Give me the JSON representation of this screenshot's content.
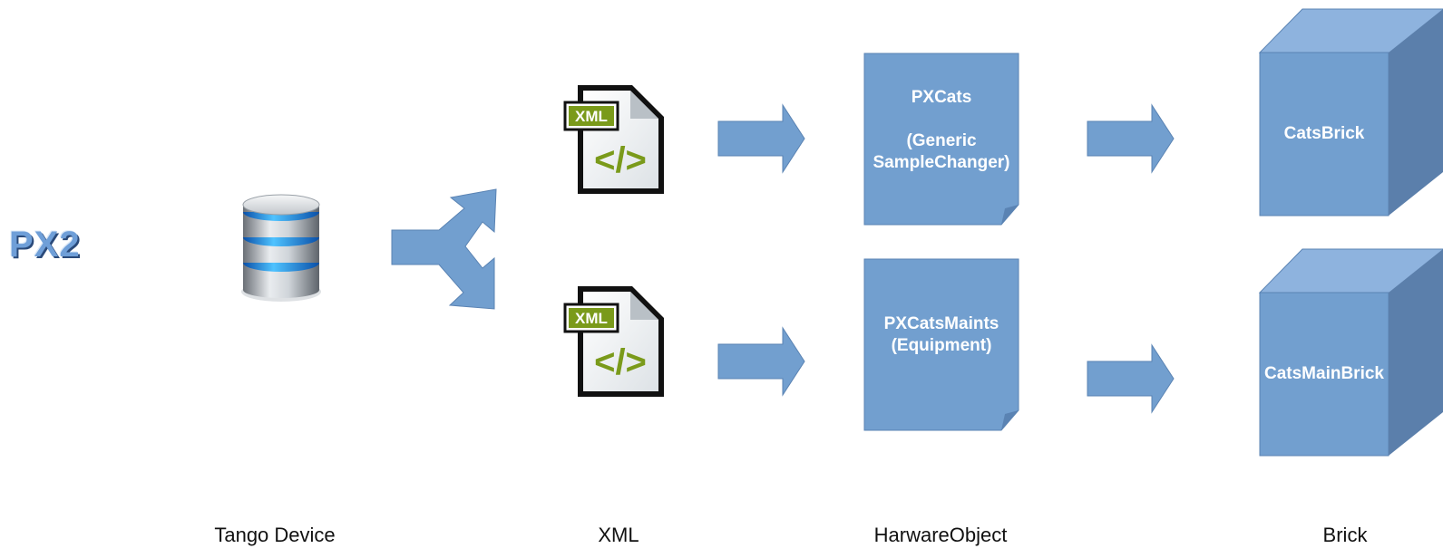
{
  "title": "PX2",
  "columns": {
    "tango": "Tango Device",
    "xml": "XML",
    "hwobj": "HarwareObject",
    "brick": "Brick"
  },
  "xml_icon": {
    "badge": "XML",
    "glyph": "</>"
  },
  "hardware_objects": [
    {
      "label": "PXCats\n\n(Generic\nSampleChanger)"
    },
    {
      "label": "PXCatsMaints\n(Equipment)"
    }
  ],
  "bricks": [
    {
      "label": "CatsBrick"
    },
    {
      "label": "CatsMainBrick"
    }
  ],
  "colors": {
    "shape_fill": "#729fcf",
    "shape_stroke": "#5a83b3",
    "cube_top": "#8eb3de",
    "cube_side": "#5b7fab",
    "xml_green": "#7a9a1a"
  },
  "icons": [
    "database-icon",
    "xml-file-icon"
  ]
}
